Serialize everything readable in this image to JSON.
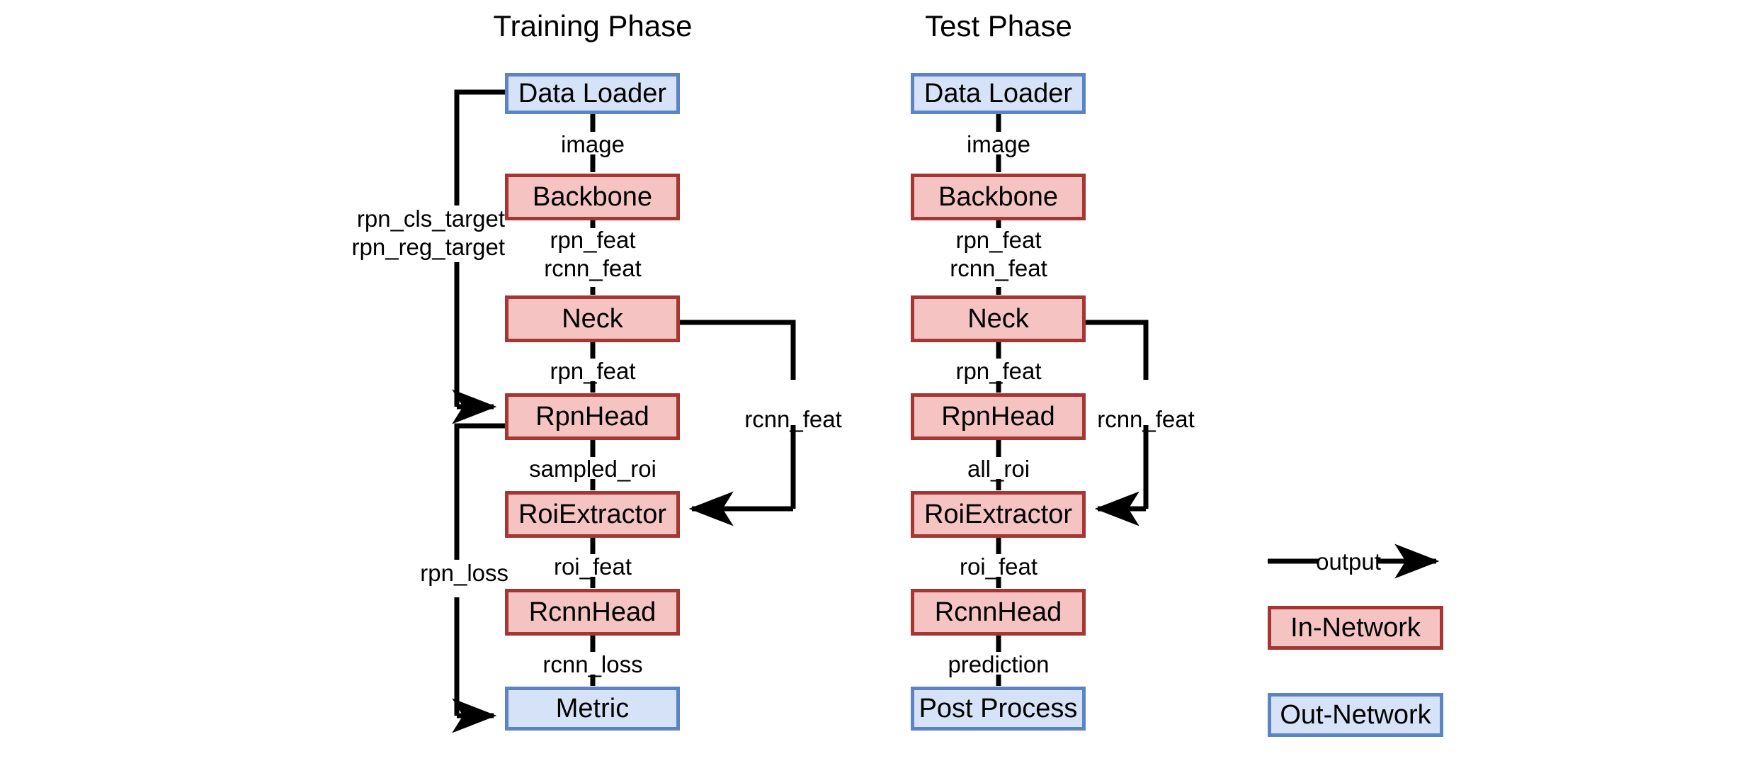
{
  "diagram": {
    "title_training": "Training Phase",
    "title_test": "Test Phase",
    "columns": [
      {
        "name": "training",
        "title": "Training Phase",
        "nodes": [
          {
            "id": "dataloader",
            "label": "Data Loader",
            "kind": "out-net"
          },
          {
            "id": "backbone",
            "label": "Backbone",
            "kind": "in-net"
          },
          {
            "id": "neck",
            "label": "Neck",
            "kind": "in-net"
          },
          {
            "id": "rpnhead",
            "label": "RpnHead",
            "kind": "in-net"
          },
          {
            "id": "roiextractor",
            "label": "RoiExtractor",
            "kind": "in-net"
          },
          {
            "id": "rcnnhead",
            "label": "RcnnHead",
            "kind": "in-net"
          },
          {
            "id": "metric",
            "label": "Metric",
            "kind": "out-net"
          }
        ],
        "edge_labels": [
          {
            "id": "t-image",
            "text": "image"
          },
          {
            "id": "t-rpnfeat-1",
            "text": "rpn_feat"
          },
          {
            "id": "t-rcnnfeat-1",
            "text": "rcnn_feat"
          },
          {
            "id": "t-rpnfeat-2",
            "text": "rpn_feat"
          },
          {
            "id": "t-sampledroi",
            "text": "sampled_roi"
          },
          {
            "id": "t-roifeat",
            "text": "roi_feat"
          },
          {
            "id": "t-rcnnloss",
            "text": "rcnn_loss"
          },
          {
            "id": "t-rcnnfeat-side",
            "text": "rcnn_feat"
          },
          {
            "id": "t-rpnclstarget",
            "text": "rpn_cls_target"
          },
          {
            "id": "t-rpnregtarget",
            "text": "rpn_reg_target"
          },
          {
            "id": "t-rpnloss",
            "text": "rpn_loss"
          }
        ]
      },
      {
        "name": "test",
        "title": "Test Phase",
        "nodes": [
          {
            "id": "dataloader",
            "label": "Data Loader",
            "kind": "out-net"
          },
          {
            "id": "backbone",
            "label": "Backbone",
            "kind": "in-net"
          },
          {
            "id": "neck",
            "label": "Neck",
            "kind": "in-net"
          },
          {
            "id": "rpnhead",
            "label": "RpnHead",
            "kind": "in-net"
          },
          {
            "id": "roiextractor",
            "label": "RoiExtractor",
            "kind": "in-net"
          },
          {
            "id": "rcnnhead",
            "label": "RcnnHead",
            "kind": "in-net"
          },
          {
            "id": "postprocess",
            "label": "Post Process",
            "kind": "out-net"
          }
        ],
        "edge_labels": [
          {
            "id": "s-image",
            "text": "image"
          },
          {
            "id": "s-rpnfeat-1",
            "text": "rpn_feat"
          },
          {
            "id": "s-rcnnfeat-1",
            "text": "rcnn_feat"
          },
          {
            "id": "s-rpnfeat-2",
            "text": "rpn_feat"
          },
          {
            "id": "s-allroi",
            "text": "all_roi"
          },
          {
            "id": "s-roifeat",
            "text": "roi_feat"
          },
          {
            "id": "s-prediction",
            "text": "prediction"
          },
          {
            "id": "s-rcnnfeat-side",
            "text": "rcnn_feat"
          }
        ]
      }
    ],
    "legend": {
      "arrow_label": "output",
      "in_network_label": "In-Network",
      "out_network_label": "Out-Network"
    },
    "colors": {
      "in_network_fill": "#f5c3c2",
      "in_network_border": "#a63634",
      "out_network_fill": "#d6e2f7",
      "out_network_border": "#5c84c2",
      "line": "#000000",
      "background": "#ffffff"
    }
  }
}
